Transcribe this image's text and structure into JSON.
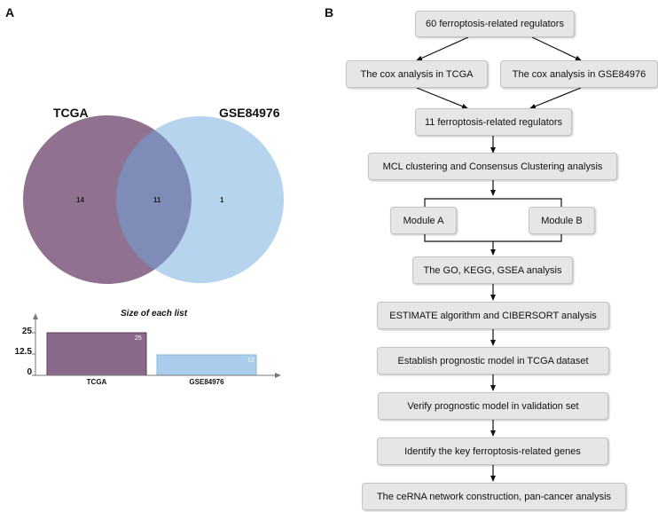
{
  "panels": {
    "a": "A",
    "b": "B"
  },
  "venn": {
    "left_label": "TCGA",
    "right_label": "GSE84976",
    "left_only": "14",
    "intersection": "11",
    "right_only": "1",
    "colors": {
      "left": "#8a6a8a",
      "right": "#a9cdea"
    }
  },
  "chart_data": {
    "type": "bar",
    "title": "Size of each list",
    "categories": [
      "TCGA",
      "GSE84976"
    ],
    "values": [
      25,
      12
    ],
    "yticks": [
      "25",
      "12.5",
      "0"
    ],
    "ylim": [
      0,
      25
    ],
    "colors": [
      "#8a6a8a",
      "#a9cdea"
    ]
  },
  "flow": {
    "n1": "60 ferroptosis-related regulators",
    "n2a": "The cox analysis in TCGA",
    "n2b": "The cox analysis in GSE84976",
    "n3": "11 ferroptosis-related regulators",
    "n4": "MCL clustering and Consensus Clustering analysis",
    "n5a": "Module A",
    "n5b": "Module B",
    "n6": "The GO, KEGG, GSEA analysis",
    "n7": "ESTIMATE algorithm and CIBERSORT analysis",
    "n8": "Establish prognostic model in TCGA dataset",
    "n9": "Verify prognostic model in validation set",
    "n10": "Identify the key ferroptosis-related genes",
    "n11": "The ceRNA network construction, pan-cancer analysis"
  }
}
